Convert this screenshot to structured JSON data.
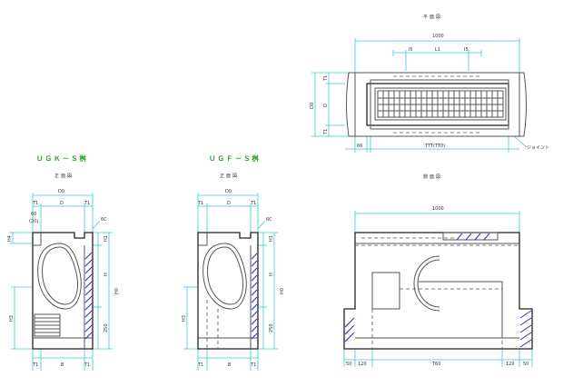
{
  "titles": {
    "ugk": "ＵＧＫ－Ｓ桝",
    "ugf": "ＵＧＦ－Ｓ桝",
    "plan": "平面図",
    "front": "正面図",
    "section": "側面図"
  },
  "plan": {
    "width": "1000",
    "i5_left": "I5",
    "l1": "L1",
    "i5_right": "I5",
    "d0": "D0",
    "t1_top": "T1",
    "d": "D",
    "t1_bottom": "T1",
    "ttt": "TTT(TT0)",
    "left_small": "66",
    "joint": "ジョイント"
  },
  "ugk": {
    "d0": "D0",
    "t1l": "T1",
    "d": "D",
    "t1r": "T1",
    "h4": "H4",
    "v60": "60",
    "v20": "(20)",
    "sc": "6C",
    "h1": "H1",
    "h": "H",
    "h0": "H0",
    "h3": "H3",
    "v250": "250",
    "b_t1l": "T1",
    "b": "B",
    "b_t1r": "T1"
  },
  "ugf": {
    "d0": "D0",
    "t1l": "T1",
    "d": "D",
    "t1r": "T1",
    "sc": "6C",
    "h1": "H1",
    "h": "H",
    "h0": "H0",
    "h3": "H3",
    "v250": "250",
    "b_t1l": "T1",
    "b": "B",
    "b_t1r": "T1"
  },
  "section": {
    "width": "1000",
    "v50l": "50",
    "v120l": "120",
    "v760": "T60",
    "v120r": "120",
    "v50r": "50"
  },
  "colors": {
    "dimension": "#3cc8d8",
    "title_green": "#22a022",
    "hatch": "#2d2dbf",
    "outline": "#555555"
  }
}
